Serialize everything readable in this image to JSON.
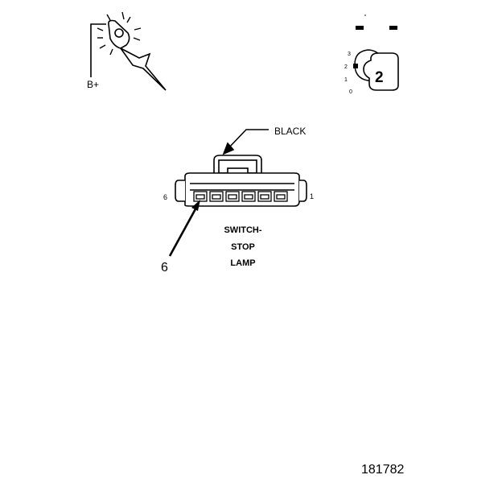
{
  "test_light": {
    "supply_label": "B+"
  },
  "ignition_key": {
    "position_labels": [
      "3",
      "2",
      "1",
      "0"
    ],
    "key_number": "2"
  },
  "connector": {
    "wire_color_label": "BLACK",
    "pin_left_label": "6",
    "pin_right_label": "1",
    "name_lines": [
      "SWITCH-",
      "STOP",
      "LAMP"
    ],
    "probe_pin_label": "6"
  },
  "figure_number": "181782"
}
